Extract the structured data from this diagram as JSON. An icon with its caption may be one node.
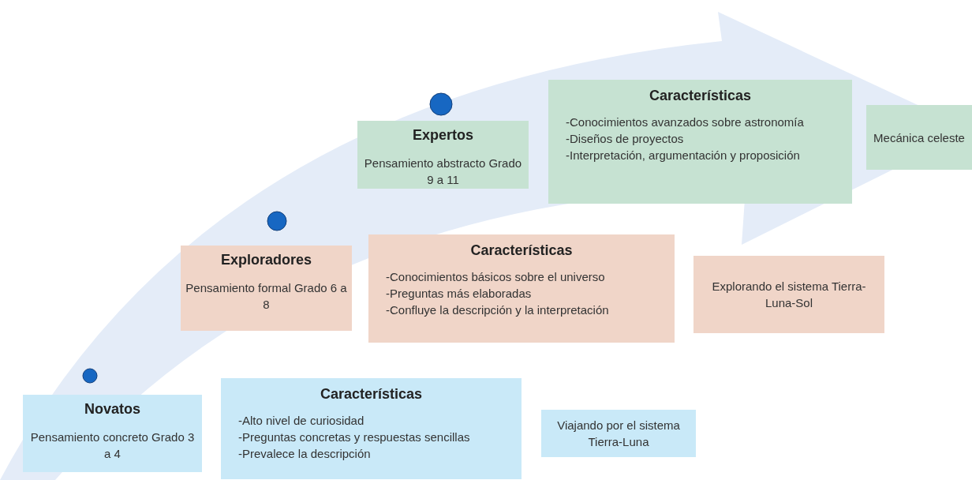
{
  "diagram": {
    "nodes": [
      {
        "text": [
          "Expertos",
          "Pensamiento abstracto Grado 9 a 11"
        ]
      },
      {
        "text": [
          "Características",
          "-Conocimientos avanzados sobre astronomía",
          "-Diseños de proyectos",
          "-Interpretación, argumentación y proposición"
        ]
      },
      {
        "text": [
          "Mecánica celeste"
        ]
      },
      {
        "text": [
          "Exploradores",
          "Pensamiento formal Grado 6 a 8"
        ]
      },
      {
        "text": [
          "Características",
          "-Conocimientos básicos sobre el universo",
          "-Preguntas más elaboradas",
          "-Confluye la descripción y la interpretación"
        ]
      },
      {
        "text": [
          "Explorando el sistema Tierra-Luna-Sol"
        ]
      },
      {
        "text": [
          "Novatos",
          "Pensamiento concreto Grado 3 a 4"
        ]
      },
      {
        "text": [
          "Características",
          "-Alto nivel de curiosidad",
          "-Preguntas concretas y respuestas sencillas",
          "-Prevalece la descripción"
        ]
      },
      {
        "text": [
          "Viajando por el sistema Tierra-Luna"
        ]
      }
    ],
    "edges": []
  }
}
